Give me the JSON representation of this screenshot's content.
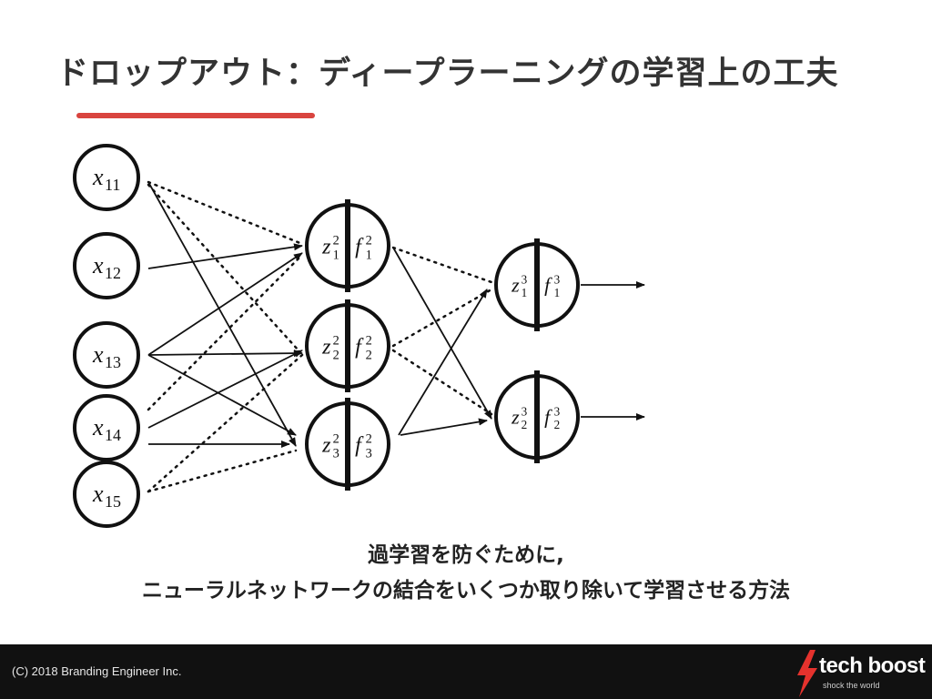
{
  "title": "ドロップアウト：ディープラーニングの学習上の工夫",
  "caption": {
    "line1": "過学習を防ぐために,",
    "line2": "ニューラルネットワークの結合をいくつか取り除いて学習させる方法"
  },
  "footer": {
    "copyright": "(C) 2018 Branding Engineer Inc.",
    "logo_text": "tech boost",
    "logo_tagline": "shock the world"
  },
  "colors": {
    "accent_underline": "#d9443f",
    "footer_bg": "#111111",
    "bolt": "#e5322d"
  },
  "network": {
    "inputs": [
      {
        "base": "x",
        "sub": "11"
      },
      {
        "base": "x",
        "sub": "12"
      },
      {
        "base": "x",
        "sub": "13"
      },
      {
        "base": "x",
        "sub": "14"
      },
      {
        "base": "x",
        "sub": "15"
      }
    ],
    "hidden2": [
      {
        "z": "z",
        "zsup": "2",
        "zsub": "1",
        "f": "f",
        "fsup": "2",
        "fsub": "1"
      },
      {
        "z": "z",
        "zsup": "2",
        "zsub": "2",
        "f": "f",
        "fsup": "2",
        "fsub": "2"
      },
      {
        "z": "z",
        "zsup": "2",
        "zsub": "3",
        "f": "f",
        "fsup": "2",
        "fsub": "3"
      }
    ],
    "hidden3": [
      {
        "z": "z",
        "zsup": "3",
        "zsub": "1",
        "f": "f",
        "fsup": "3",
        "fsub": "1"
      },
      {
        "z": "z",
        "zsup": "3",
        "zsub": "2",
        "f": "f",
        "fsup": "3",
        "fsub": "2"
      }
    ]
  }
}
